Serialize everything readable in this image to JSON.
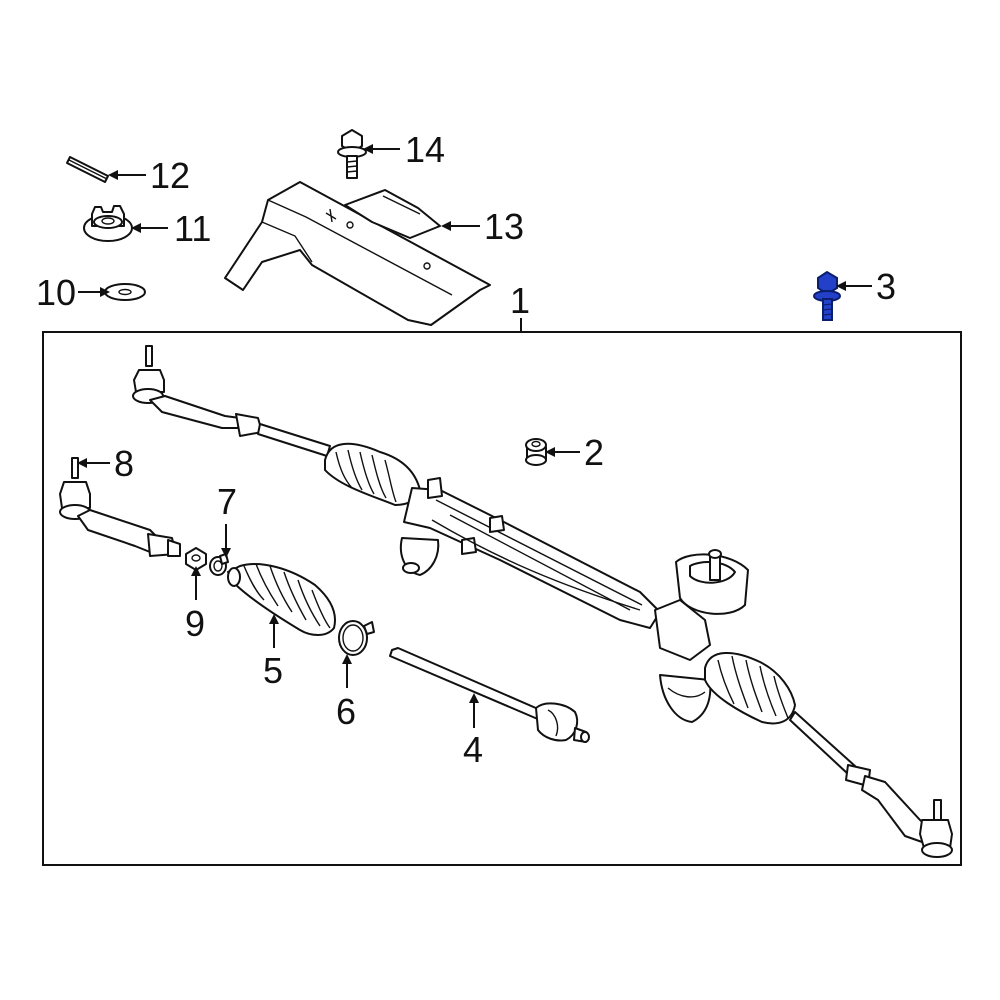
{
  "diagram": {
    "assembly_box_label": "1",
    "highlight_color": "#2340c8",
    "callouts": [
      {
        "id": "c1",
        "label": "1"
      },
      {
        "id": "c2",
        "label": "2"
      },
      {
        "id": "c3",
        "label": "3"
      },
      {
        "id": "c4",
        "label": "4"
      },
      {
        "id": "c5",
        "label": "5"
      },
      {
        "id": "c6",
        "label": "6"
      },
      {
        "id": "c7",
        "label": "7"
      },
      {
        "id": "c8",
        "label": "8"
      },
      {
        "id": "c9",
        "label": "9"
      },
      {
        "id": "c10",
        "label": "10"
      },
      {
        "id": "c11",
        "label": "11"
      },
      {
        "id": "c12",
        "label": "12"
      },
      {
        "id": "c13",
        "label": "13"
      },
      {
        "id": "c14",
        "label": "14"
      }
    ]
  }
}
